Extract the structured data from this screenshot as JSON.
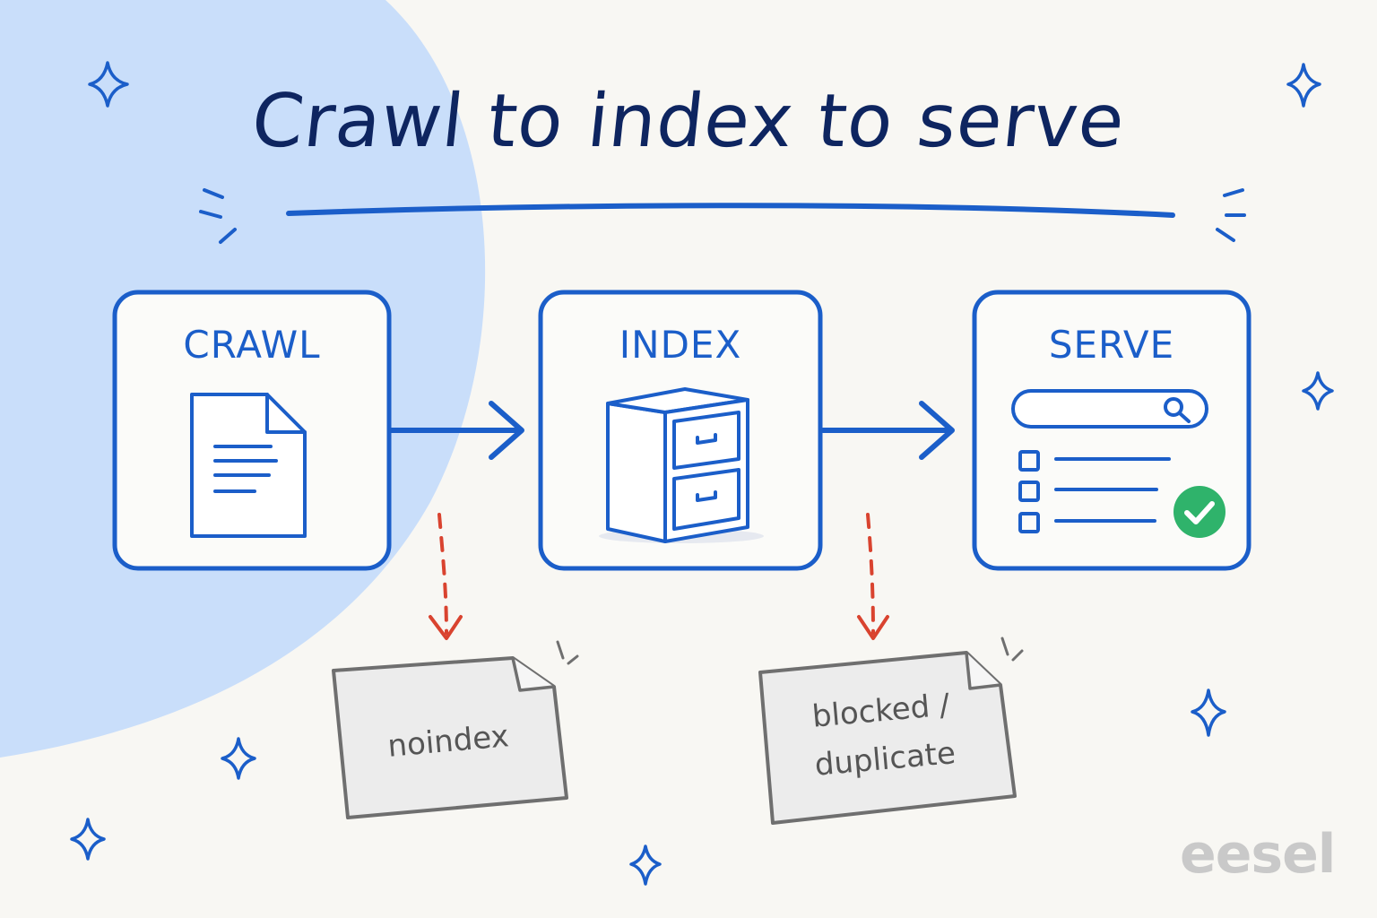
{
  "title": "Crawl to index to serve",
  "stages": [
    {
      "label": "CRAWL",
      "icon": "document-icon"
    },
    {
      "label": "INDEX",
      "icon": "filing-cabinet-icon"
    },
    {
      "label": "SERVE",
      "icon": "search-results-icon"
    }
  ],
  "notes": [
    {
      "text": "noindex"
    },
    {
      "line1": "blocked /",
      "line2": "duplicate"
    }
  ],
  "logo": "eesel",
  "colors": {
    "accent": "#1b5ec9",
    "title": "#0e2560",
    "blob": "#c9defa",
    "warning_arrow": "#d9432f",
    "success": "#2fb36b",
    "note_fill": "#ececec",
    "background": "#f8f7f3"
  }
}
